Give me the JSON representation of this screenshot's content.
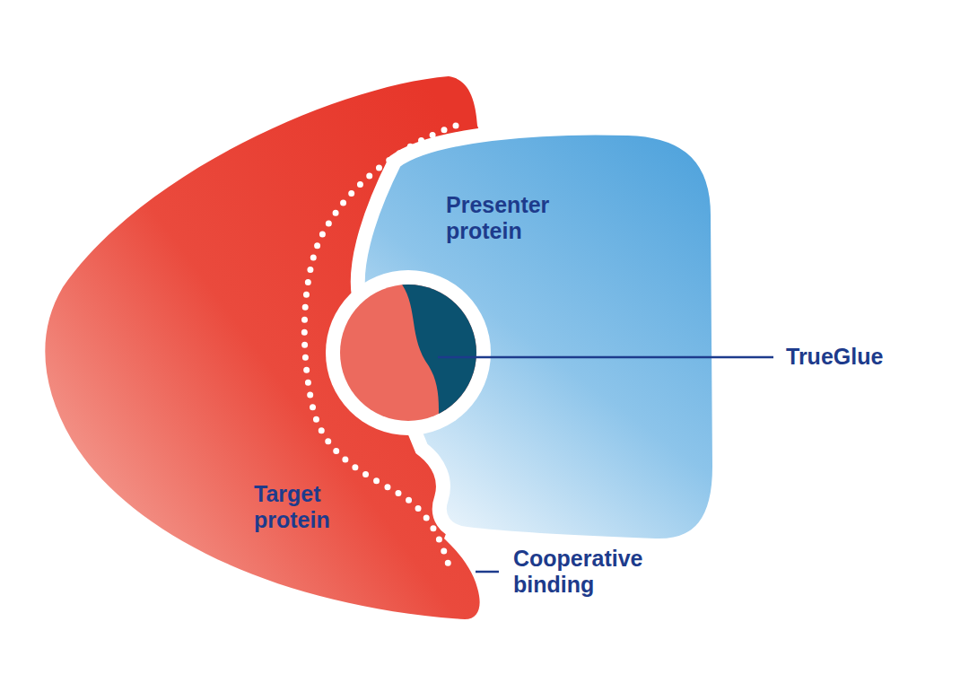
{
  "diagram": {
    "nodes": [
      {
        "text": [
          "Presenter protein"
        ]
      },
      {
        "text": [
          "Target protein"
        ]
      }
    ],
    "labels": [
      "TrueGlue",
      "Cooperative binding"
    ]
  }
}
